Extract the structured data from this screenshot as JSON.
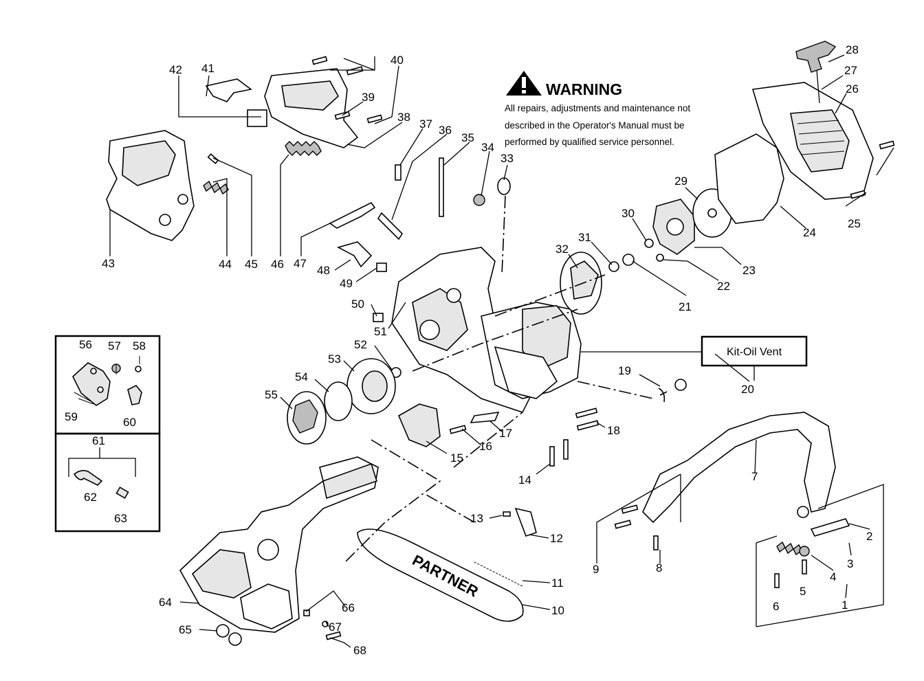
{
  "warning": {
    "title": "WARNING",
    "icon": "exclamation-triangle-icon",
    "lines": [
      "All repairs, adjustments and maintenance not",
      "described in the Operator's Manual must be",
      "performed by qualified  service personnel."
    ]
  },
  "kit_box": {
    "label": "Kit-Oil Vent"
  },
  "bar_brand": "PARTNER",
  "callouts": {
    "c1": "1",
    "c2": "2",
    "c3": "3",
    "c4": "4",
    "c5": "5",
    "c6": "6",
    "c7": "7",
    "c8": "8",
    "c9": "9",
    "c10": "10",
    "c11": "11",
    "c12": "12",
    "c13": "13",
    "c14": "14",
    "c15": "15",
    "c16": "16",
    "c17": "17",
    "c18": "18",
    "c19": "19",
    "c20": "20",
    "c21": "21",
    "c22": "22",
    "c23": "23",
    "c24": "24",
    "c25": "25",
    "c26": "26",
    "c27": "27",
    "c28": "28",
    "c29": "29",
    "c30": "30",
    "c31": "31",
    "c32": "32",
    "c33": "33",
    "c34": "34",
    "c35": "35",
    "c36": "36",
    "c37": "37",
    "c38": "38",
    "c39": "39",
    "c40": "40",
    "c41": "41",
    "c42": "42",
    "c43": "43",
    "c44": "44",
    "c45": "45",
    "c46": "46",
    "c47": "47",
    "c48": "48",
    "c49": "49",
    "c50": "50",
    "c51": "51",
    "c52": "52",
    "c53": "53",
    "c54": "54",
    "c55": "55",
    "c56": "56",
    "c57": "57",
    "c58": "58",
    "c59": "59",
    "c60": "60",
    "c61": "61",
    "c62": "62",
    "c63": "63",
    "c64": "64",
    "c65": "65",
    "c66": "66",
    "c67": "67",
    "c68": "68"
  }
}
